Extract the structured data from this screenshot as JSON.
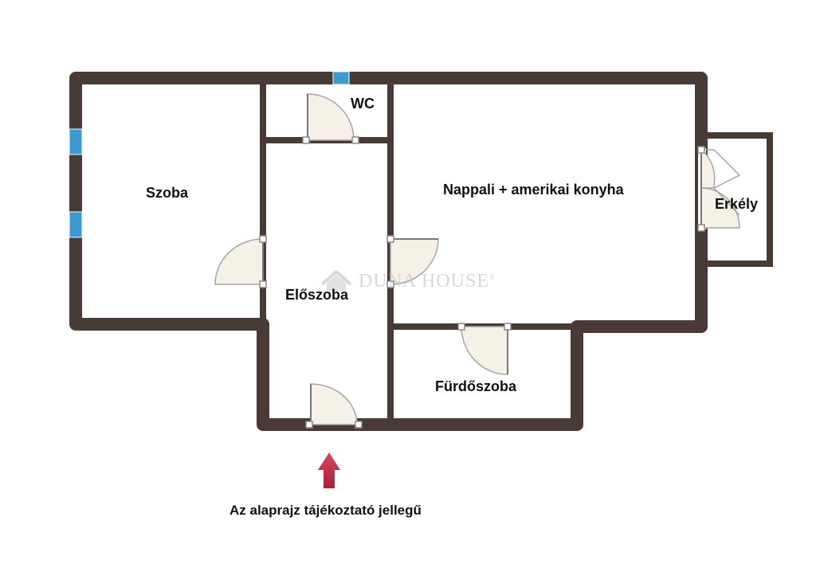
{
  "rooms": {
    "szoba": "Szoba",
    "wc": "WC",
    "nappali": "Nappali + amerikai konyha",
    "erkely": "Erkély",
    "eloszoba": "Előszoba",
    "furdoszoba": "Fürdőszoba"
  },
  "note": "Az alaprajz tájékoztató jellegű",
  "watermark": {
    "brand": "DUNA HOUSE",
    "reg": "®"
  },
  "colors": {
    "wall": "#4a3a35",
    "door_fill": "#f6f1e7",
    "window": "#3d9ad1",
    "arrow": "#c8394f",
    "watermark": "#b9b9b9"
  },
  "icons": {
    "entrance": "arrow-up-icon",
    "logo": "duna-house-logo"
  }
}
